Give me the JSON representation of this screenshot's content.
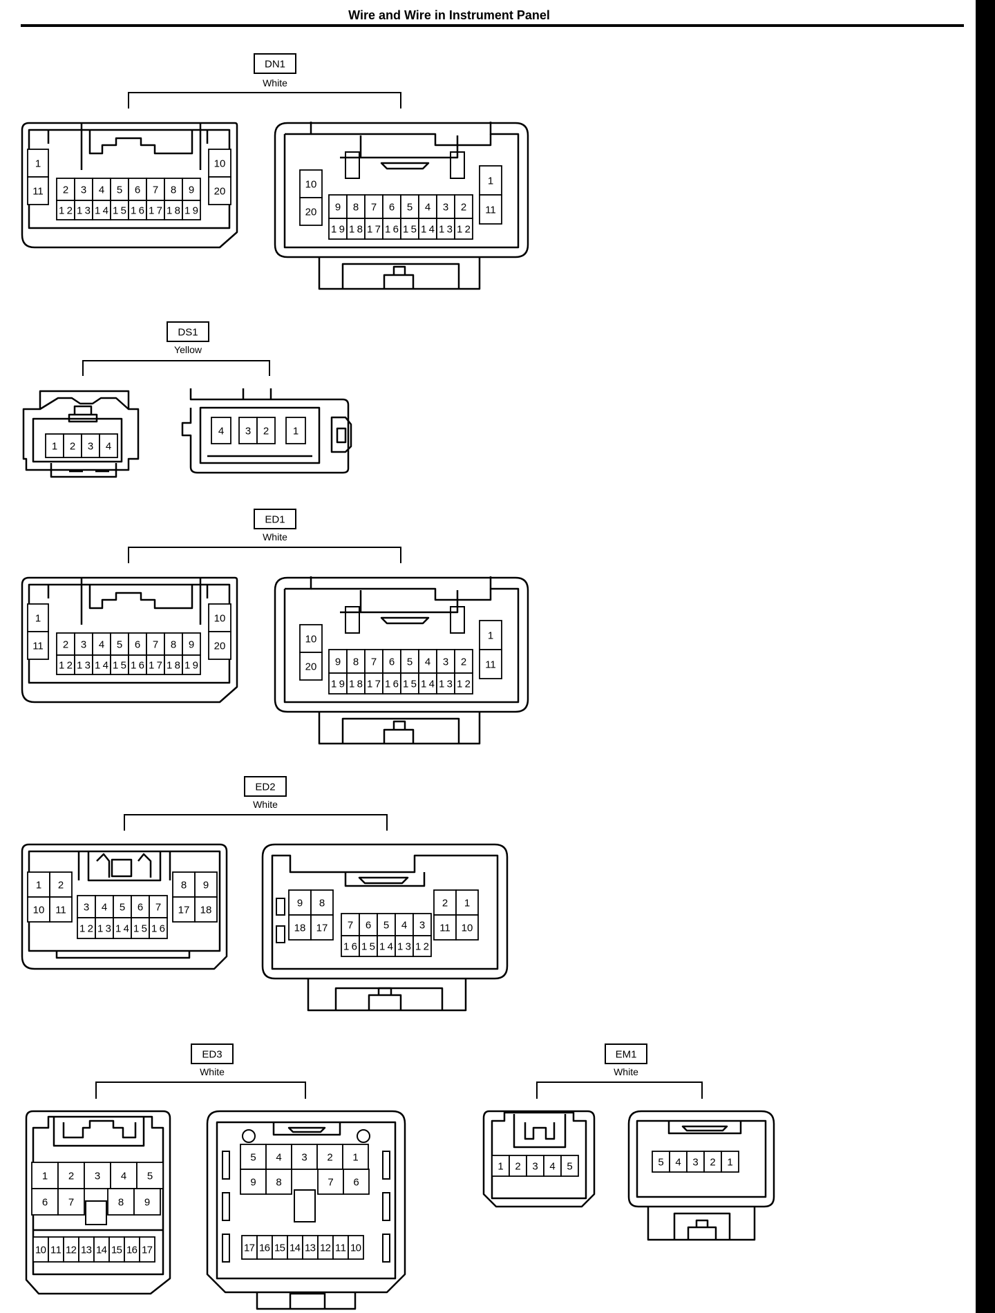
{
  "page": {
    "title": "Wire and Wire in Instrument Panel"
  },
  "connectors": {
    "DN1": {
      "id": "DN1",
      "color": "White"
    },
    "DS1": {
      "id": "DS1",
      "color": "Yellow"
    },
    "ED1": {
      "id": "ED1",
      "color": "White"
    },
    "ED2": {
      "id": "ED2",
      "color": "White"
    },
    "ED3": {
      "id": "ED3",
      "color": "White"
    },
    "EM1": {
      "id": "EM1",
      "color": "White"
    }
  },
  "pin_labels": {
    "DN1_left": [
      "1",
      "11",
      "2",
      "3",
      "4",
      "5",
      "6",
      "7",
      "8",
      "9",
      "12",
      "13",
      "14",
      "15",
      "16",
      "17",
      "18",
      "19",
      "10",
      "20"
    ],
    "DN1_right": [
      "10",
      "20",
      "9",
      "8",
      "7",
      "6",
      "5",
      "4",
      "3",
      "2",
      "19",
      "18",
      "17",
      "16",
      "15",
      "14",
      "13",
      "12",
      "1",
      "11"
    ],
    "DS1_left": [
      "1",
      "2",
      "3",
      "4"
    ],
    "DS1_right": [
      "4",
      "3",
      "2",
      "1"
    ],
    "ED1_left": [
      "1",
      "11",
      "2",
      "3",
      "4",
      "5",
      "6",
      "7",
      "8",
      "9",
      "12",
      "13",
      "14",
      "15",
      "16",
      "17",
      "18",
      "19",
      "10",
      "20"
    ],
    "ED1_right": [
      "10",
      "20",
      "9",
      "8",
      "7",
      "6",
      "5",
      "4",
      "3",
      "2",
      "19",
      "18",
      "17",
      "16",
      "15",
      "14",
      "13",
      "12",
      "1",
      "11"
    ],
    "ED2_left": [
      "1",
      "2",
      "10",
      "11",
      "3",
      "4",
      "5",
      "6",
      "7",
      "12",
      "13",
      "14",
      "15",
      "16",
      "8",
      "9",
      "17",
      "18"
    ],
    "ED2_right": [
      "9",
      "8",
      "18",
      "17",
      "7",
      "6",
      "5",
      "4",
      "3",
      "16",
      "15",
      "14",
      "13",
      "12",
      "2",
      "1",
      "11",
      "10"
    ],
    "ED3_left": [
      "1",
      "2",
      "3",
      "4",
      "5",
      "6",
      "7",
      "8",
      "9",
      "10",
      "11",
      "12",
      "13",
      "14",
      "15",
      "16",
      "17"
    ],
    "ED3_right": [
      "5",
      "4",
      "3",
      "2",
      "1",
      "9",
      "8",
      "7",
      "6",
      "17",
      "16",
      "15",
      "14",
      "13",
      "12",
      "11",
      "10"
    ],
    "EM1_left": [
      "1",
      "2",
      "3",
      "4",
      "5"
    ],
    "EM1_right": [
      "5",
      "4",
      "3",
      "2",
      "1"
    ]
  }
}
